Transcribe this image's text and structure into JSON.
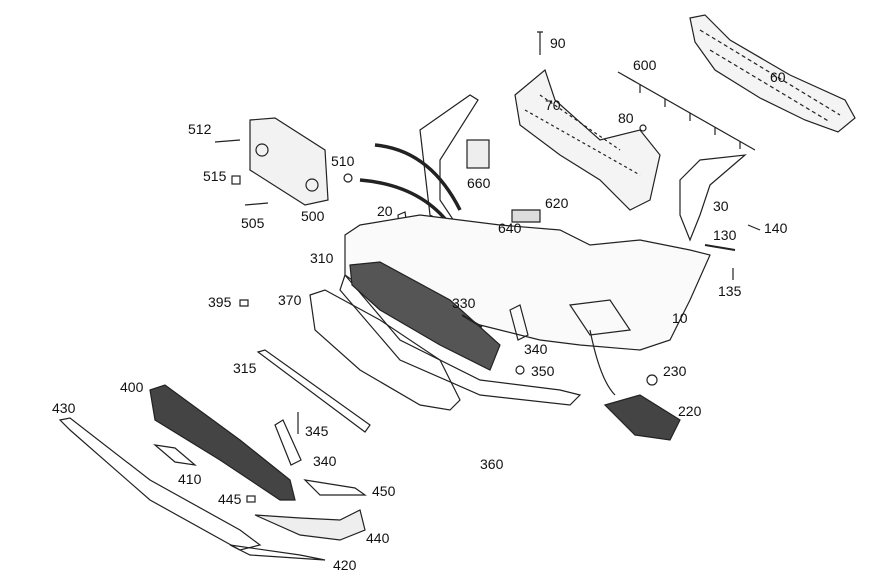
{
  "diagram": {
    "type": "exploded-parts-diagram",
    "callouts": [
      "90",
      "600",
      "60",
      "70",
      "80",
      "512",
      "510",
      "660",
      "515",
      "620",
      "30",
      "505",
      "500",
      "20",
      "640",
      "140",
      "130",
      "310",
      "135",
      "395",
      "370",
      "330",
      "10",
      "340",
      "350",
      "230",
      "315",
      "400",
      "430",
      "220",
      "345",
      "340",
      "360",
      "410",
      "450",
      "445",
      "440",
      "420"
    ]
  }
}
